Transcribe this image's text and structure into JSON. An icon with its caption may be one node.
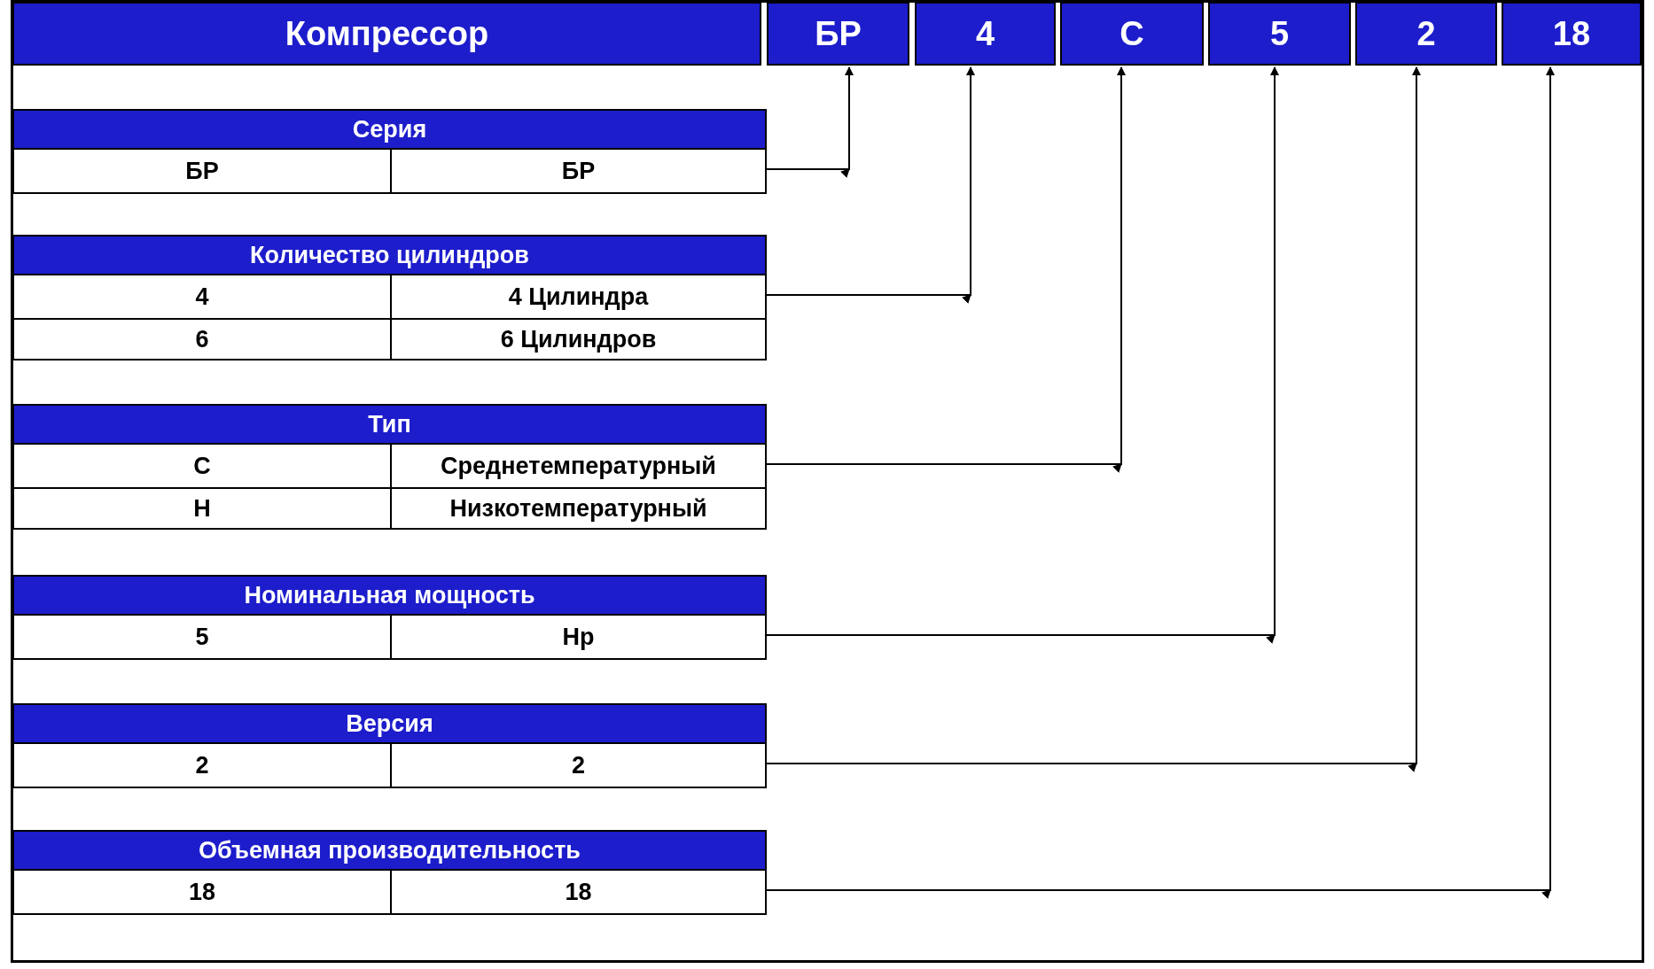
{
  "diagram": {
    "nodes": [
      {
        "text": [
          "Компрессор"
        ]
      },
      {
        "text": [
          "БР"
        ]
      },
      {
        "text": [
          "4"
        ]
      },
      {
        "text": [
          "С"
        ]
      },
      {
        "text": [
          "5"
        ]
      },
      {
        "text": [
          "2"
        ]
      },
      {
        "text": [
          "18"
        ]
      },
      {
        "text": [
          "Серия",
          "БР",
          "БР"
        ]
      },
      {
        "text": [
          "Количество цилиндров",
          "4",
          "4 Цилиндра",
          "6",
          "6 Цилиндров"
        ]
      },
      {
        "text": [
          "Тип",
          "С",
          "Среднетемпературный",
          "Н",
          "Низкотемпературный"
        ]
      },
      {
        "text": [
          "Номинальная мощность",
          "5",
          "Нр"
        ]
      },
      {
        "text": [
          "Версия",
          "2",
          "2"
        ]
      },
      {
        "text": [
          "Объемная производительность",
          "18",
          "18"
        ]
      }
    ],
    "edges": [
      {
        "from": 7,
        "to": 1,
        "arrow": "to"
      },
      {
        "from": 8,
        "to": 2,
        "arrow": "to"
      },
      {
        "from": 9,
        "to": 3,
        "arrow": "to"
      },
      {
        "from": 10,
        "to": 4,
        "arrow": "to"
      },
      {
        "from": 11,
        "to": 5,
        "arrow": "to"
      },
      {
        "from": 12,
        "to": 6,
        "arrow": "to"
      }
    ]
  }
}
